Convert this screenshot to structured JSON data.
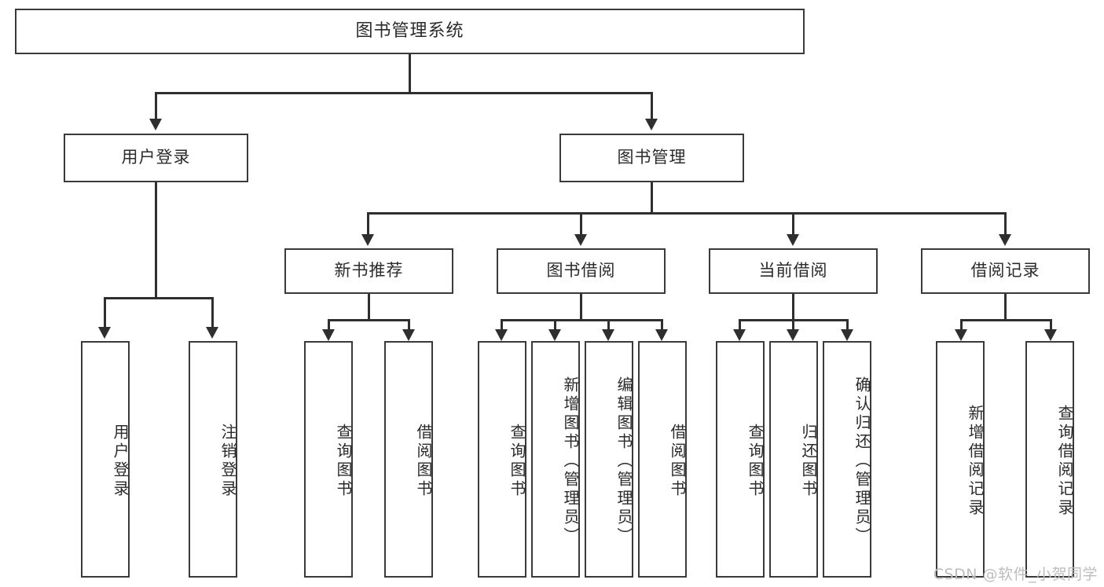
{
  "diagram": {
    "title": "图书管理系统",
    "type": "tree",
    "root": {
      "label": "图书管理系统"
    },
    "level2": [
      {
        "label": "用户登录"
      },
      {
        "label": "图书管理"
      }
    ],
    "level3": [
      {
        "label": "新书推荐"
      },
      {
        "label": "图书借阅"
      },
      {
        "label": "当前借阅"
      },
      {
        "label": "借阅记录"
      }
    ],
    "leaves": {
      "user_login": [
        {
          "label": "用户登录"
        },
        {
          "label": "注销登录"
        }
      ],
      "new_book": [
        {
          "label": "查询图书"
        },
        {
          "label": "借阅图书"
        }
      ],
      "book_borrow": [
        {
          "label": "查询图书"
        },
        {
          "label": "新增图书（管理员）"
        },
        {
          "label": "编辑图书（管理员）"
        },
        {
          "label": "借阅图书"
        }
      ],
      "current_borrow": [
        {
          "label": "查询图书"
        },
        {
          "label": "归还图书"
        },
        {
          "label": "确认归还（管理员）"
        }
      ],
      "borrow_record": [
        {
          "label": "新增借阅记录"
        },
        {
          "label": "查询借阅记录"
        }
      ]
    }
  },
  "watermark": {
    "text": "CSDN @软件_小贺同学"
  },
  "colors": {
    "box_border": "#3a3a3a",
    "line": "#2f2f2f",
    "text": "#2b2b2b",
    "background": "#ffffff",
    "watermark": "#bdbdbd"
  }
}
